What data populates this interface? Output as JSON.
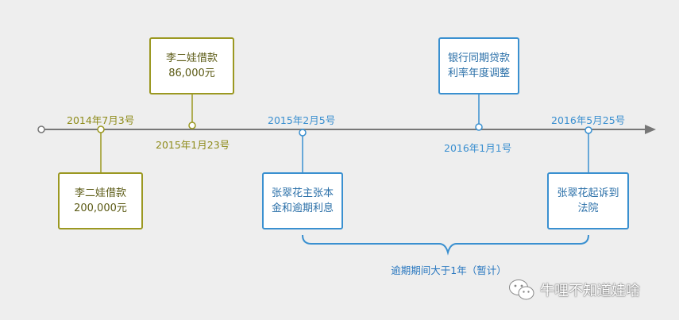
{
  "events": [
    {
      "id": "e1",
      "date": "2014年7月3号",
      "lines": [
        "李二娃借款",
        "200,000元"
      ]
    },
    {
      "id": "e2",
      "date": "2015年1月23号",
      "lines": [
        "李二娃借款",
        "86,000元"
      ]
    },
    {
      "id": "e3",
      "date": "2015年2月5号",
      "lines": [
        "张翠花主张本",
        "金和逾期利息"
      ]
    },
    {
      "id": "e4",
      "date": "2016年1月1号",
      "lines": [
        "银行同期贷款",
        "利率年度调整"
      ]
    },
    {
      "id": "e5",
      "date": "2016年5月25号",
      "lines": [
        "张翠花起诉到",
        "法院"
      ]
    }
  ],
  "brace": {
    "label": "逾期期间大于1年（暂计）"
  },
  "watermark": {
    "text": "牛哩不知道娃啥",
    "icon": "wechat-icon"
  },
  "colors": {
    "olive": "#9b9821",
    "blue": "#3a90d0",
    "axis": "#777777"
  }
}
